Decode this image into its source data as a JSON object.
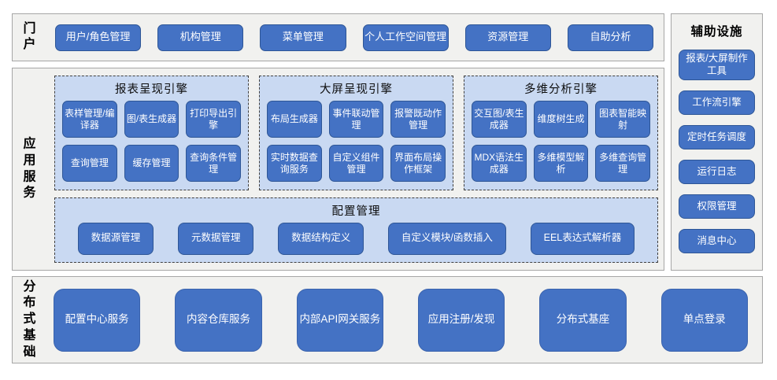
{
  "colors": {
    "node_fill": "#4472c4",
    "node_border": "#2e5696",
    "panel_fill": "#c9d9f2",
    "panel_border_dashed": "#3f3f3f",
    "band_fill": "#f1f1ef",
    "band_border": "#a6a6a6",
    "node_text": "#ffffff",
    "label_text": "#000000"
  },
  "portal": {
    "label": "门户",
    "items": [
      "用户/角色管理",
      "机构管理",
      "菜单管理",
      "个人工作空间管理",
      "资源管理",
      "自助分析"
    ]
  },
  "app_services": {
    "label": "应用服务",
    "engines": [
      {
        "title": "报表呈现引擎",
        "items": [
          "表样管理/编译器",
          "图/表生成器",
          "打印导出引擎",
          "查询管理",
          "缓存管理",
          "查询条件管理"
        ]
      },
      {
        "title": "大屏呈现引擎",
        "items": [
          "布局生成器",
          "事件联动管理",
          "报警既动作管理",
          "实时数据查询服务",
          "自定义组件管理",
          "界面布局操作框架"
        ]
      },
      {
        "title": "多维分析引擎",
        "items": [
          "交互图/表生成器",
          "维度树生成",
          "图表智能映射",
          "MDX语法生成器",
          "多维模型解析",
          "多维查询管理"
        ]
      }
    ],
    "config": {
      "title": "配置管理",
      "items": [
        "数据源管理",
        "元数据管理",
        "数据结构定义",
        "自定义模块/函数插入",
        "EEL表达式解析器"
      ]
    }
  },
  "foundation": {
    "label": "分布式基础",
    "items": [
      "配置中心服务",
      "内容仓库服务",
      "内部API网关服务",
      "应用注册/发现",
      "分布式基座",
      "单点登录"
    ]
  },
  "auxiliary": {
    "title": "辅助设施",
    "items": [
      "报表/大屏制作工具",
      "工作流引擎",
      "定时任务调度",
      "运行日志",
      "权限管理",
      "消息中心"
    ]
  }
}
